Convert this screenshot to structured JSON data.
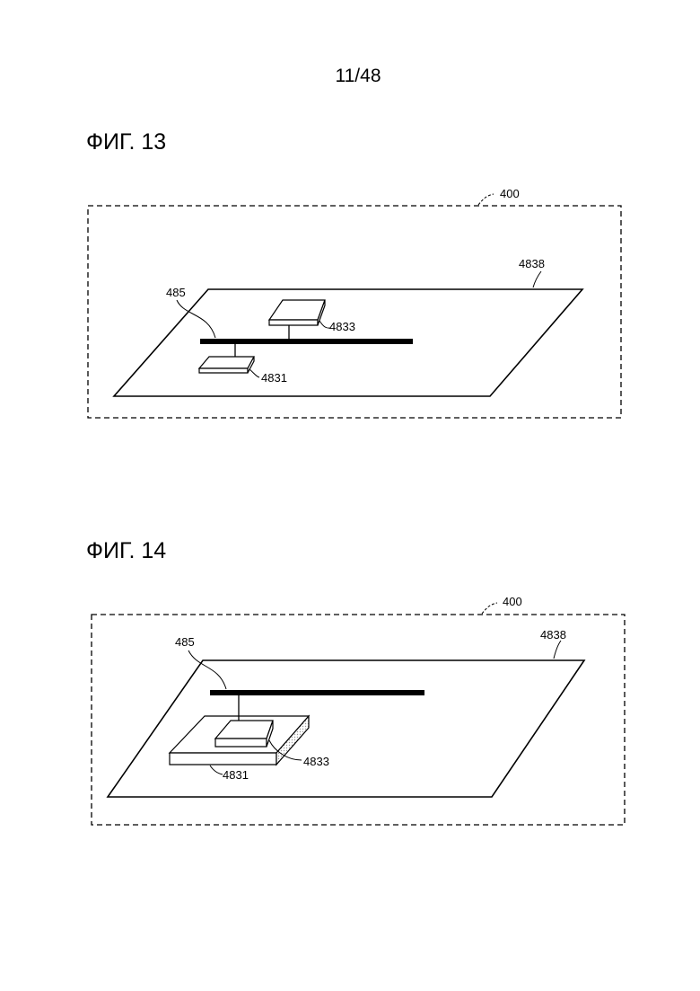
{
  "page_number": "11/48",
  "figures": [
    {
      "caption": "ФИГ. 13",
      "labels": {
        "device": "400",
        "board": "4838",
        "wiring": "485",
        "chip_upper": "4833",
        "chip_lower": "4831"
      }
    },
    {
      "caption": "ФИГ. 14",
      "labels": {
        "device": "400",
        "board": "4838",
        "wiring": "485",
        "chip_stacked": "4833",
        "substrate": "4831"
      }
    }
  ],
  "colors": {
    "line": "#000000",
    "fill": "#ffffff",
    "hatch": "#bfbfbf"
  }
}
